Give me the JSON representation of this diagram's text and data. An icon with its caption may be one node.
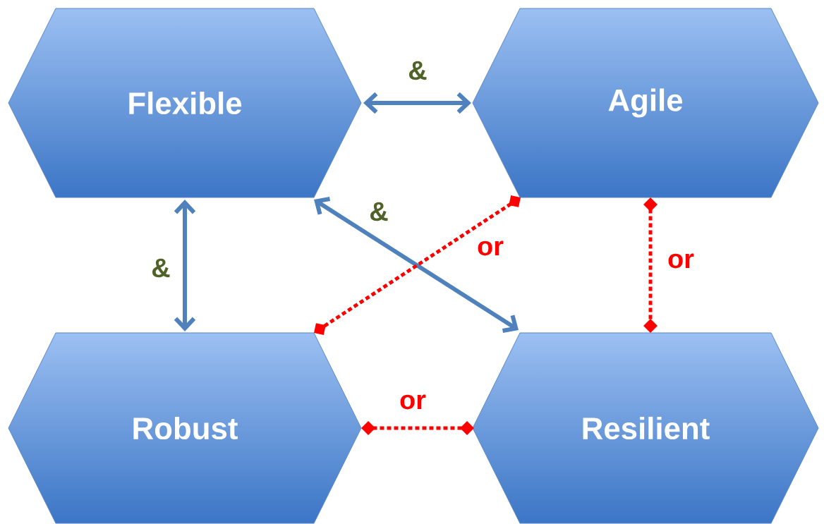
{
  "diagram": {
    "nodes": [
      {
        "text": [
          "Flexible"
        ]
      },
      {
        "text": [
          "Agile"
        ]
      },
      {
        "text": [
          "Robust"
        ]
      },
      {
        "text": [
          "Resilient"
        ]
      }
    ],
    "edges": [
      {
        "from": 0,
        "to": 1,
        "arrow": "both",
        "label": "&"
      },
      {
        "from": 0,
        "to": 2,
        "arrow": "both",
        "label": "&"
      },
      {
        "from": 0,
        "to": 3,
        "arrow": "both",
        "label": "&"
      },
      {
        "from": 1,
        "to": 2,
        "arrow": "other",
        "label": "or",
        "style": "dashed",
        "color": "#ff0000"
      },
      {
        "from": 1,
        "to": 3,
        "arrow": "other",
        "label": "or",
        "style": "dashed",
        "color": "#ff0000"
      },
      {
        "from": 2,
        "to": 3,
        "arrow": "other",
        "label": "or",
        "style": "dashed",
        "color": "#ff0000"
      }
    ]
  }
}
